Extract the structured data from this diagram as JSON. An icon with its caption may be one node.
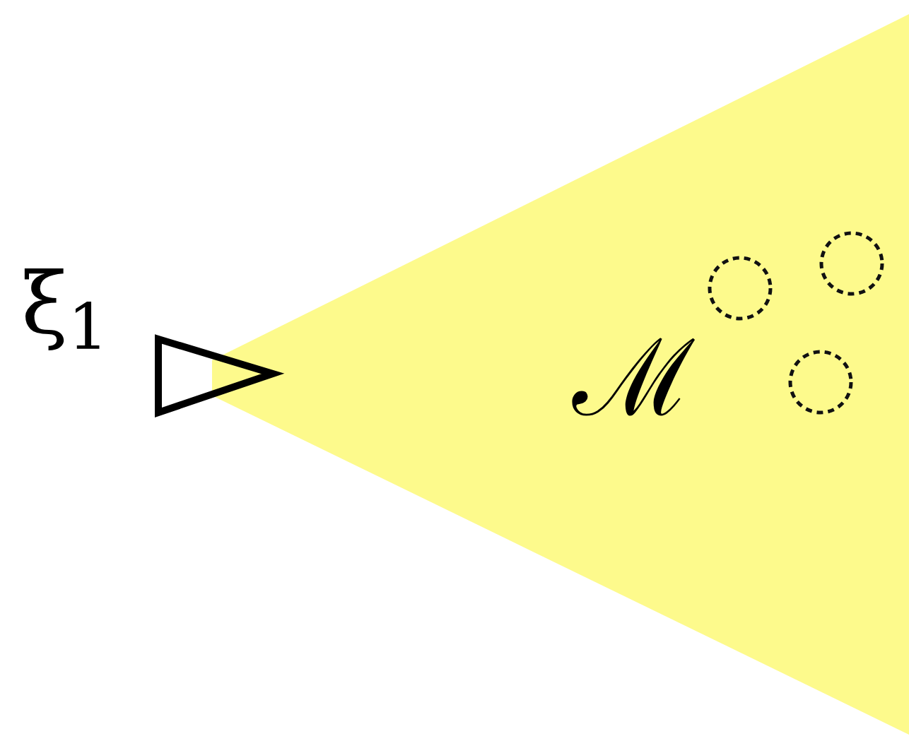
{
  "diagram": {
    "nodes": [
      {
        "text": [],
        "shape": "triangle"
      },
      {
        "text": [],
        "shape": "circle"
      },
      {
        "text": [],
        "shape": "circle"
      },
      {
        "text": [],
        "shape": "circle"
      }
    ],
    "labels": [
      "ξ$_{1}$",
      "ℳ"
    ]
  }
}
